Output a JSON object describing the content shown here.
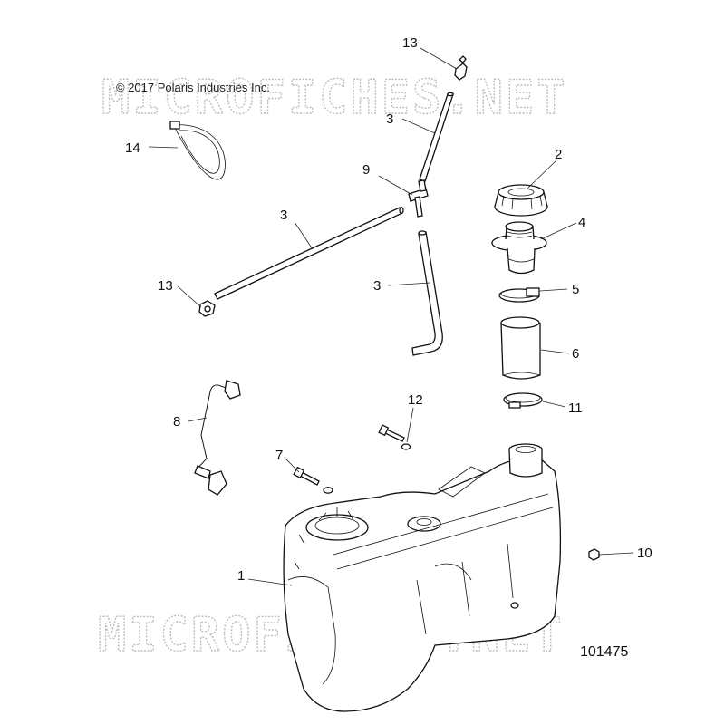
{
  "copyright": "© 2017 Polaris Industries Inc.",
  "watermark_top": "MICROFICHES.NET",
  "watermark_bottom": "MICROFICHES.NET",
  "figure_number": "101475",
  "callouts": [
    {
      "id": "c13a",
      "label": "13"
    },
    {
      "id": "c3a",
      "label": "3"
    },
    {
      "id": "c14",
      "label": "14"
    },
    {
      "id": "c9",
      "label": "9"
    },
    {
      "id": "c2",
      "label": "2"
    },
    {
      "id": "c3b",
      "label": "3"
    },
    {
      "id": "c4",
      "label": "4"
    },
    {
      "id": "c13b",
      "label": "13"
    },
    {
      "id": "c3c",
      "label": "3"
    },
    {
      "id": "c5",
      "label": "5"
    },
    {
      "id": "c6",
      "label": "6"
    },
    {
      "id": "c12",
      "label": "12"
    },
    {
      "id": "c11",
      "label": "11"
    },
    {
      "id": "c8",
      "label": "8"
    },
    {
      "id": "c7",
      "label": "7"
    },
    {
      "id": "c10",
      "label": "10"
    },
    {
      "id": "c1",
      "label": "1"
    }
  ]
}
